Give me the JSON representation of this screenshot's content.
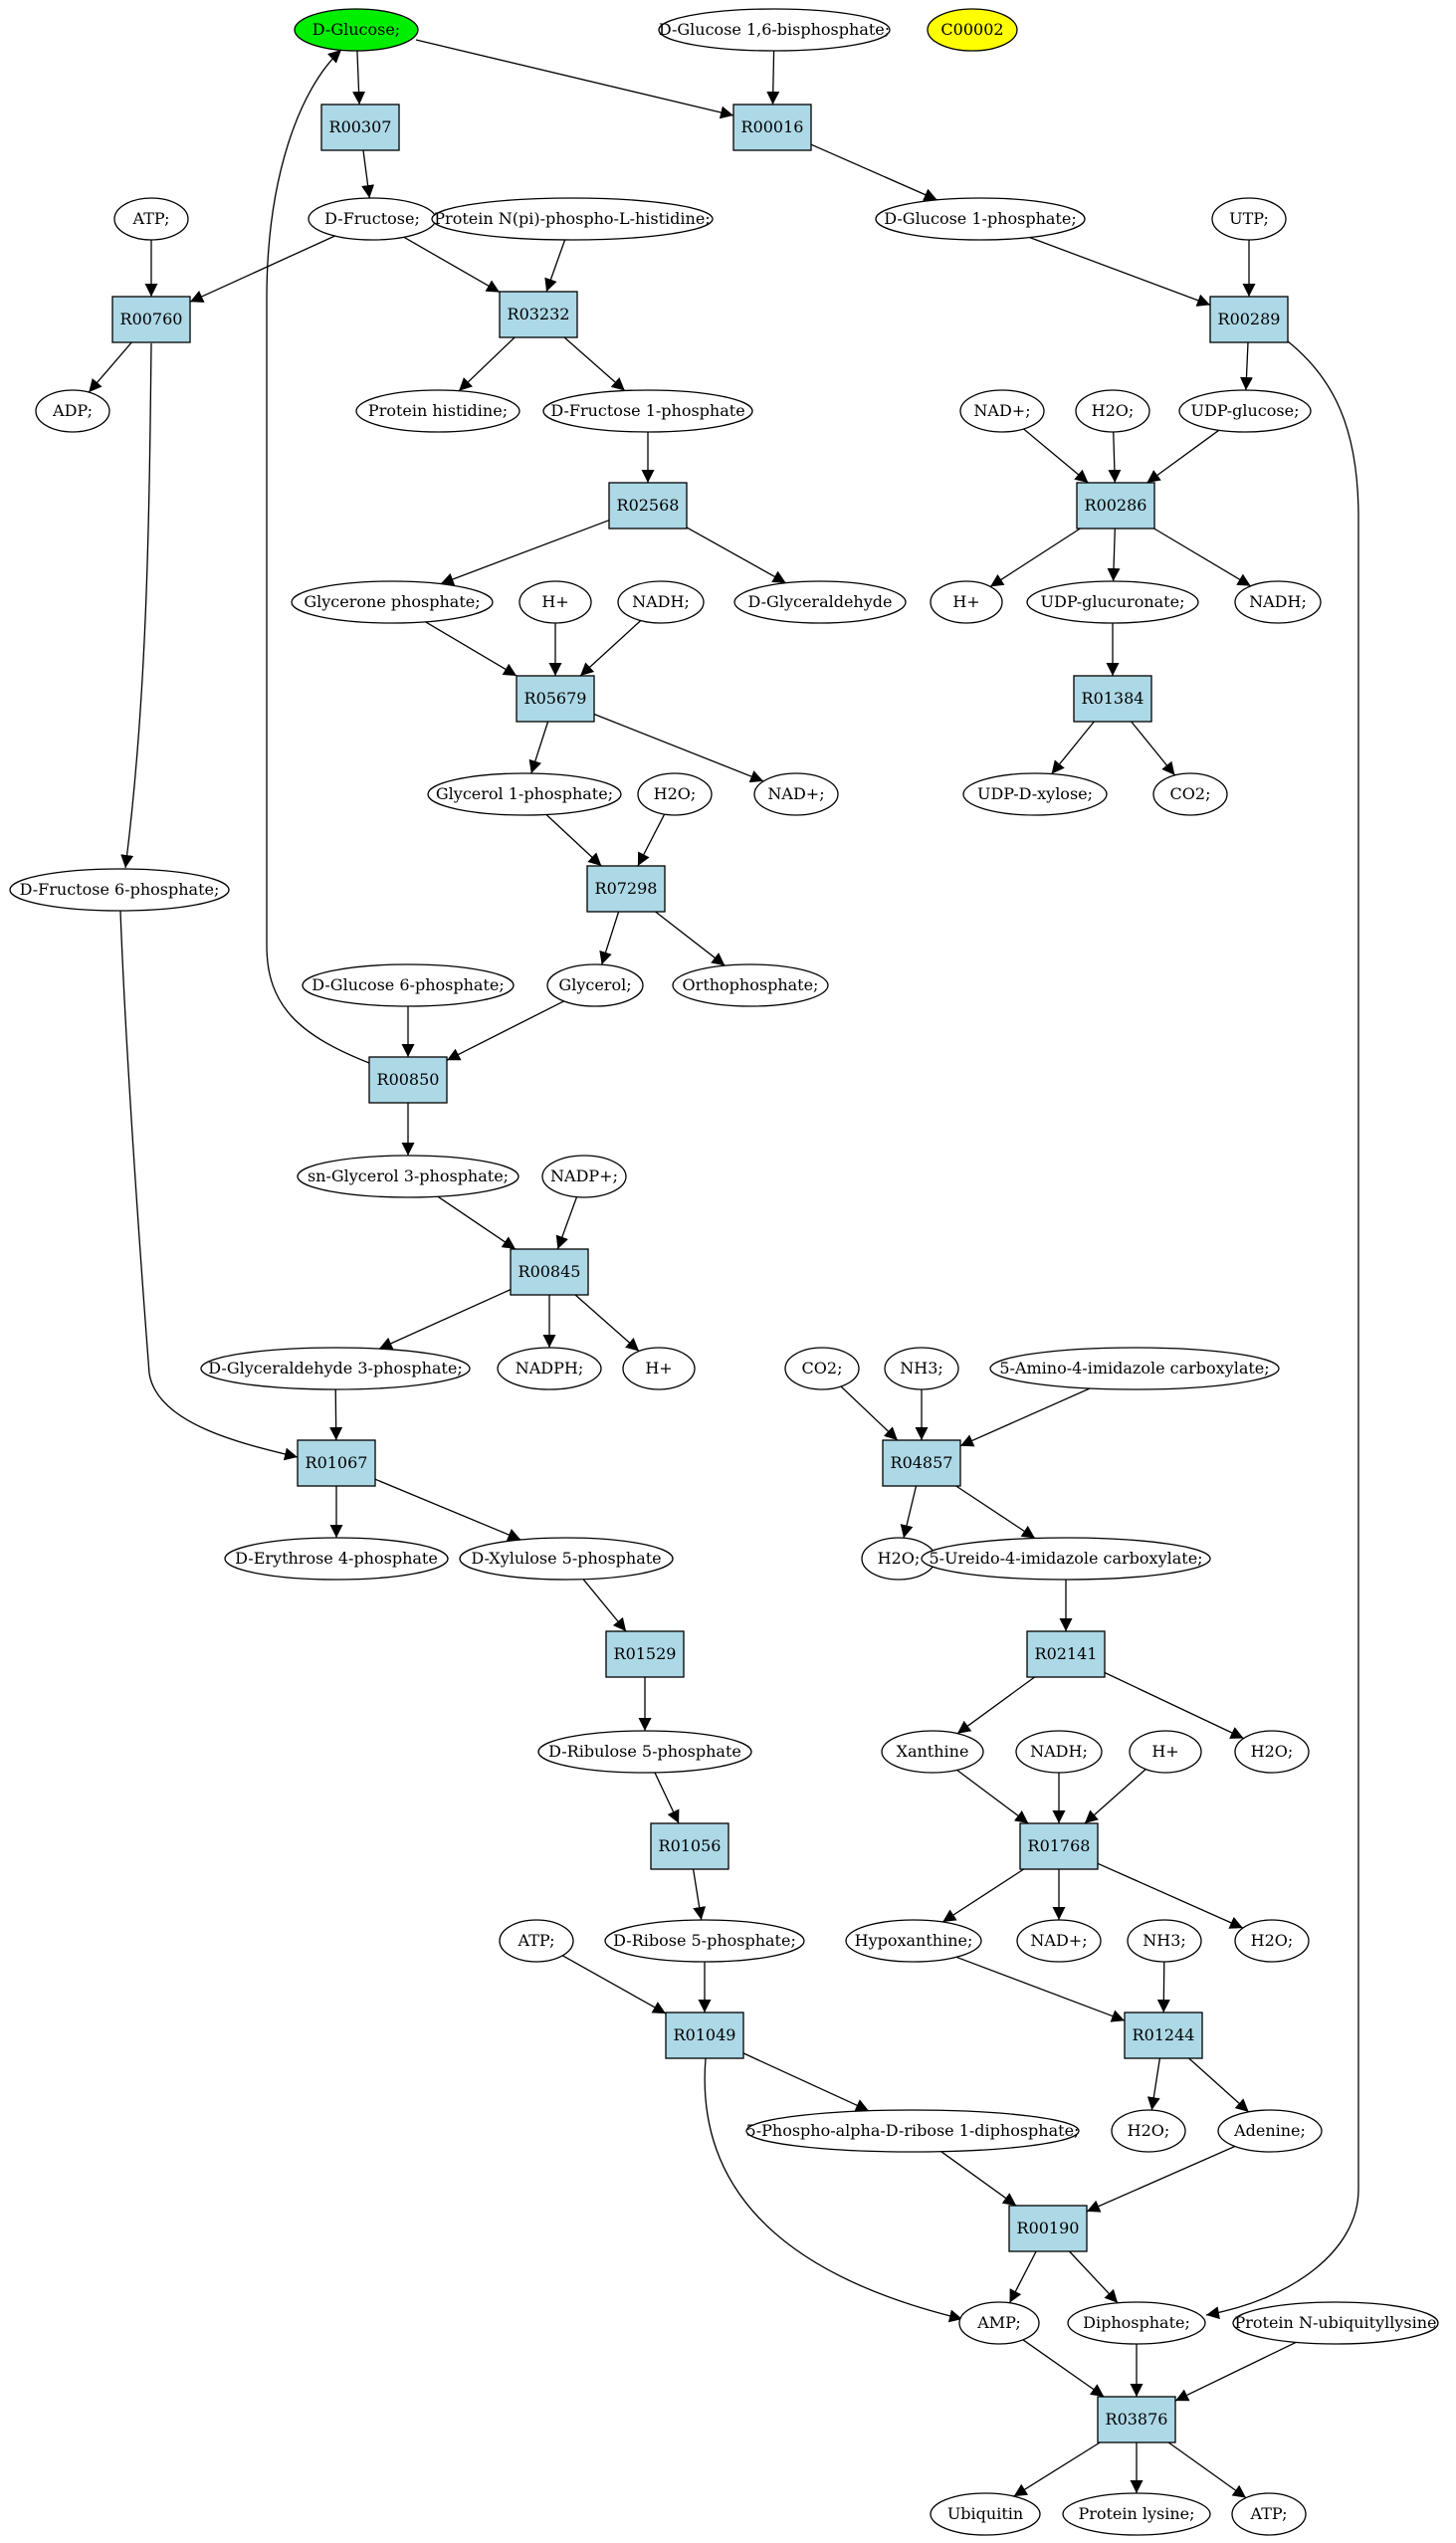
{
  "colors": {
    "reaction_fill": "#add8e6",
    "compound_fill": "#ffffff",
    "start_fill": "#00ee00",
    "id_fill": "#ffff00",
    "stroke": "#000000"
  },
  "nodes": {
    "c_dglucose": {
      "label": "D-Glucose;",
      "type": "start"
    },
    "c_dglucose16bp": {
      "label": "D-Glucose 1,6-bisphosphate;",
      "type": "compound"
    },
    "c_c00002": {
      "label": "C00002",
      "type": "highlight"
    },
    "r_R00307": {
      "label": "R00307",
      "type": "reaction"
    },
    "r_R00016": {
      "label": "R00016",
      "type": "reaction"
    },
    "c_atp1": {
      "label": "ATP;",
      "type": "compound"
    },
    "c_dfructose": {
      "label": "D-Fructose;",
      "type": "compound"
    },
    "c_proteinnpi": {
      "label": "Protein N(pi)-phospho-L-histidine;",
      "type": "compound"
    },
    "c_dglucose1p": {
      "label": "D-Glucose 1-phosphate;",
      "type": "compound"
    },
    "c_utp": {
      "label": "UTP;",
      "type": "compound"
    },
    "r_R00760": {
      "label": "R00760",
      "type": "reaction"
    },
    "r_R03232": {
      "label": "R03232",
      "type": "reaction"
    },
    "r_R00289": {
      "label": "R00289",
      "type": "reaction"
    },
    "c_adp": {
      "label": "ADP;",
      "type": "compound"
    },
    "c_proteinhis": {
      "label": "Protein histidine;",
      "type": "compound"
    },
    "c_dfructose1p": {
      "label": "D-Fructose 1-phosphate",
      "type": "compound"
    },
    "c_nadplus1": {
      "label": "NAD+;",
      "type": "compound"
    },
    "c_h2o1": {
      "label": "H2O;",
      "type": "compound"
    },
    "c_udpglucose": {
      "label": "UDP-glucose;",
      "type": "compound"
    },
    "r_R02568": {
      "label": "R02568",
      "type": "reaction"
    },
    "r_R00286": {
      "label": "R00286",
      "type": "reaction"
    },
    "c_glyceronep": {
      "label": "Glycerone phosphate;",
      "type": "compound"
    },
    "c_hplus1": {
      "label": "H+",
      "type": "compound"
    },
    "c_nadh1": {
      "label": "NADH;",
      "type": "compound"
    },
    "c_dglyceraldehyde": {
      "label": "D-Glyceraldehyde",
      "type": "compound"
    },
    "c_hplus2": {
      "label": "H+",
      "type": "compound"
    },
    "c_udpglucuronate": {
      "label": "UDP-glucuronate;",
      "type": "compound"
    },
    "c_nadh2": {
      "label": "NADH;",
      "type": "compound"
    },
    "r_R05679": {
      "label": "R05679",
      "type": "reaction"
    },
    "r_R01384": {
      "label": "R01384",
      "type": "reaction"
    },
    "c_glycerol1p": {
      "label": "Glycerol 1-phosphate;",
      "type": "compound"
    },
    "c_h2o2": {
      "label": "H2O;",
      "type": "compound"
    },
    "c_nadplus2": {
      "label": "NAD+;",
      "type": "compound"
    },
    "c_udpdxylose": {
      "label": "UDP-D-xylose;",
      "type": "compound"
    },
    "c_co2_1": {
      "label": "CO2;",
      "type": "compound"
    },
    "c_dfructose6p": {
      "label": "D-Fructose 6-phosphate;",
      "type": "compound"
    },
    "r_R07298": {
      "label": "R07298",
      "type": "reaction"
    },
    "c_dglucose6p": {
      "label": "D-Glucose 6-phosphate;",
      "type": "compound"
    },
    "c_glycerol": {
      "label": "Glycerol;",
      "type": "compound"
    },
    "c_orthophosphate": {
      "label": "Orthophosphate;",
      "type": "compound"
    },
    "r_R00850": {
      "label": "R00850",
      "type": "reaction"
    },
    "c_snglycerol3p": {
      "label": "sn-Glycerol 3-phosphate;",
      "type": "compound"
    },
    "c_nadpplus": {
      "label": "NADP+;",
      "type": "compound"
    },
    "r_R00845": {
      "label": "R00845",
      "type": "reaction"
    },
    "c_dglyceraldehyde3p": {
      "label": "D-Glyceraldehyde 3-phosphate;",
      "type": "compound"
    },
    "c_nadph": {
      "label": "NADPH;",
      "type": "compound"
    },
    "c_hplus3": {
      "label": "H+",
      "type": "compound"
    },
    "c_co2_2": {
      "label": "CO2;",
      "type": "compound"
    },
    "c_nh3_1": {
      "label": "NH3;",
      "type": "compound"
    },
    "c_aminoimidazole": {
      "label": "5-Amino-4-imidazole carboxylate;",
      "type": "compound"
    },
    "r_R01067": {
      "label": "R01067",
      "type": "reaction"
    },
    "r_R04857": {
      "label": "R04857",
      "type": "reaction"
    },
    "c_derythrose4p": {
      "label": "D-Erythrose 4-phosphate",
      "type": "compound"
    },
    "c_dxylulose5p": {
      "label": "D-Xylulose 5-phosphate",
      "type": "compound"
    },
    "c_h2o3": {
      "label": "H2O;",
      "type": "compound"
    },
    "c_ureidoimidazole": {
      "label": "5-Ureido-4-imidazole carboxylate;",
      "type": "compound"
    },
    "r_R01529": {
      "label": "R01529",
      "type": "reaction"
    },
    "r_R02141": {
      "label": "R02141",
      "type": "reaction"
    },
    "c_dribulose5p": {
      "label": "D-Ribulose 5-phosphate",
      "type": "compound"
    },
    "c_xanthine": {
      "label": "Xanthine",
      "type": "compound"
    },
    "c_nadh3": {
      "label": "NADH;",
      "type": "compound"
    },
    "c_hplus4": {
      "label": "H+",
      "type": "compound"
    },
    "c_h2o4": {
      "label": "H2O;",
      "type": "compound"
    },
    "r_R01056": {
      "label": "R01056",
      "type": "reaction"
    },
    "r_R01768": {
      "label": "R01768",
      "type": "reaction"
    },
    "c_atp2": {
      "label": "ATP;",
      "type": "compound"
    },
    "c_dribose5p": {
      "label": "D-Ribose 5-phosphate;",
      "type": "compound"
    },
    "c_hypoxanthine": {
      "label": "Hypoxanthine;",
      "type": "compound"
    },
    "c_nadplus3": {
      "label": "NAD+;",
      "type": "compound"
    },
    "c_nh3_2": {
      "label": "NH3;",
      "type": "compound"
    },
    "c_h2o5": {
      "label": "H2O;",
      "type": "compound"
    },
    "r_R01049": {
      "label": "R01049",
      "type": "reaction"
    },
    "r_R01244": {
      "label": "R01244",
      "type": "reaction"
    },
    "c_h2o6": {
      "label": "H2O;",
      "type": "compound"
    },
    "c_adenine": {
      "label": "Adenine;",
      "type": "compound"
    },
    "c_prpp": {
      "label": "5-Phospho-alpha-D-ribose 1-diphosphate;",
      "type": "compound"
    },
    "r_R00190": {
      "label": "R00190",
      "type": "reaction"
    },
    "c_amp": {
      "label": "AMP;",
      "type": "compound"
    },
    "c_diphosphate": {
      "label": "Diphosphate;",
      "type": "compound"
    },
    "c_proteinubq": {
      "label": "Protein N-ubiquityllysine",
      "type": "compound"
    },
    "r_R03876": {
      "label": "R03876",
      "type": "reaction"
    },
    "c_ubiquitin": {
      "label": "Ubiquitin",
      "type": "compound"
    },
    "c_proteinlysine": {
      "label": "Protein lysine;",
      "type": "compound"
    },
    "c_atp3": {
      "label": "ATP;",
      "type": "compound"
    }
  },
  "edges": [
    [
      "c_dglucose",
      "r_R00307"
    ],
    [
      "c_dglucose",
      "r_R00016"
    ],
    [
      "c_dglucose16bp",
      "r_R00016"
    ],
    [
      "r_R00307",
      "c_dfructose"
    ],
    [
      "r_R00016",
      "c_dglucose1p"
    ],
    [
      "c_atp1",
      "r_R00760"
    ],
    [
      "c_dfructose",
      "r_R00760"
    ],
    [
      "c_dfructose",
      "r_R03232"
    ],
    [
      "c_proteinnpi",
      "r_R03232"
    ],
    [
      "c_dglucose1p",
      "r_R00289"
    ],
    [
      "c_utp",
      "r_R00289"
    ],
    [
      "r_R00760",
      "c_adp"
    ],
    [
      "r_R00760",
      "c_dfructose6p"
    ],
    [
      "r_R03232",
      "c_proteinhis"
    ],
    [
      "r_R03232",
      "c_dfructose1p"
    ],
    [
      "r_R00289",
      "c_udpglucose"
    ],
    [
      "r_R00289",
      "c_diphosphate"
    ],
    [
      "c_nadplus1",
      "r_R00286"
    ],
    [
      "c_h2o1",
      "r_R00286"
    ],
    [
      "c_udpglucose",
      "r_R00286"
    ],
    [
      "c_dfructose1p",
      "r_R02568"
    ],
    [
      "r_R02568",
      "c_glyceronep"
    ],
    [
      "r_R02568",
      "c_dglyceraldehyde"
    ],
    [
      "r_R00286",
      "c_hplus2"
    ],
    [
      "r_R00286",
      "c_udpglucuronate"
    ],
    [
      "r_R00286",
      "c_nadh2"
    ],
    [
      "c_glyceronep",
      "r_R05679"
    ],
    [
      "c_hplus1",
      "r_R05679"
    ],
    [
      "c_nadh1",
      "r_R05679"
    ],
    [
      "c_udpglucuronate",
      "r_R01384"
    ],
    [
      "r_R05679",
      "c_glycerol1p"
    ],
    [
      "r_R05679",
      "c_nadplus2"
    ],
    [
      "r_R01384",
      "c_udpdxylose"
    ],
    [
      "r_R01384",
      "c_co2_1"
    ],
    [
      "c_glycerol1p",
      "r_R07298"
    ],
    [
      "c_h2o2",
      "r_R07298"
    ],
    [
      "r_R07298",
      "c_glycerol"
    ],
    [
      "r_R07298",
      "c_orthophosphate"
    ],
    [
      "c_dglucose6p",
      "r_R00850"
    ],
    [
      "c_glycerol",
      "r_R00850"
    ],
    [
      "r_R00850",
      "c_dglucose"
    ],
    [
      "r_R00850",
      "c_snglycerol3p"
    ],
    [
      "c_snglycerol3p",
      "r_R00845"
    ],
    [
      "c_nadpplus",
      "r_R00845"
    ],
    [
      "r_R00845",
      "c_dglyceraldehyde3p"
    ],
    [
      "r_R00845",
      "c_nadph"
    ],
    [
      "r_R00845",
      "c_hplus3"
    ],
    [
      "c_dfructose6p",
      "r_R01067"
    ],
    [
      "c_dglyceraldehyde3p",
      "r_R01067"
    ],
    [
      "r_R01067",
      "c_derythrose4p"
    ],
    [
      "r_R01067",
      "c_dxylulose5p"
    ],
    [
      "c_co2_2",
      "r_R04857"
    ],
    [
      "c_nh3_1",
      "r_R04857"
    ],
    [
      "c_aminoimidazole",
      "r_R04857"
    ],
    [
      "r_R04857",
      "c_h2o3"
    ],
    [
      "r_R04857",
      "c_ureidoimidazole"
    ],
    [
      "c_dxylulose5p",
      "r_R01529"
    ],
    [
      "r_R01529",
      "c_dribulose5p"
    ],
    [
      "c_ureidoimidazole",
      "r_R02141"
    ],
    [
      "r_R02141",
      "c_xanthine"
    ],
    [
      "r_R02141",
      "c_h2o4"
    ],
    [
      "c_dribulose5p",
      "r_R01056"
    ],
    [
      "r_R01056",
      "c_dribose5p"
    ],
    [
      "c_xanthine",
      "r_R01768"
    ],
    [
      "c_nadh3",
      "r_R01768"
    ],
    [
      "c_hplus4",
      "r_R01768"
    ],
    [
      "r_R01768",
      "c_hypoxanthine"
    ],
    [
      "r_R01768",
      "c_nadplus3"
    ],
    [
      "r_R01768",
      "c_h2o5"
    ],
    [
      "c_atp2",
      "r_R01049"
    ],
    [
      "c_dribose5p",
      "r_R01049"
    ],
    [
      "c_hypoxanthine",
      "r_R01244"
    ],
    [
      "c_nh3_2",
      "r_R01244"
    ],
    [
      "r_R01049",
      "c_prpp"
    ],
    [
      "r_R01049",
      "c_amp"
    ],
    [
      "r_R01244",
      "c_h2o6"
    ],
    [
      "r_R01244",
      "c_adenine"
    ],
    [
      "c_prpp",
      "r_R00190"
    ],
    [
      "c_adenine",
      "r_R00190"
    ],
    [
      "r_R00190",
      "c_amp"
    ],
    [
      "r_R00190",
      "c_diphosphate"
    ],
    [
      "c_amp",
      "r_R03876"
    ],
    [
      "c_diphosphate",
      "r_R03876"
    ],
    [
      "c_proteinubq",
      "r_R03876"
    ],
    [
      "r_R03876",
      "c_ubiquitin"
    ],
    [
      "r_R03876",
      "c_proteinlysine"
    ],
    [
      "r_R03876",
      "c_atp3"
    ]
  ]
}
